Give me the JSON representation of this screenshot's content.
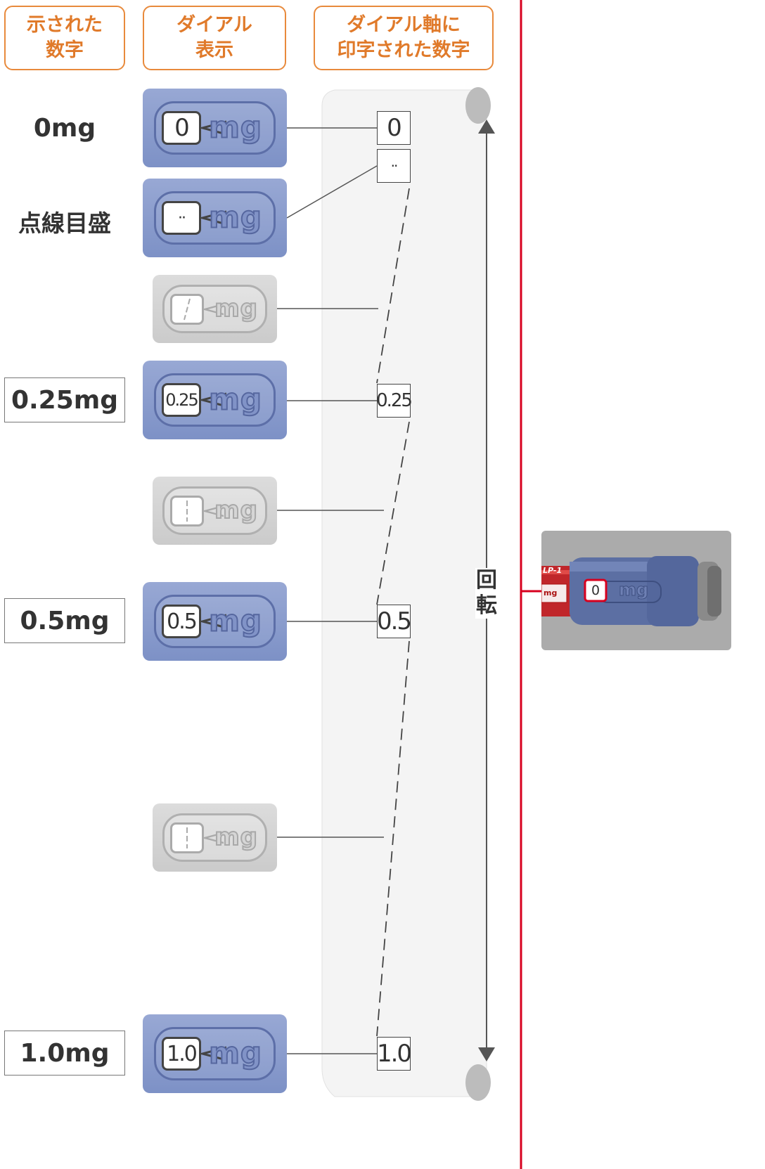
{
  "headers": {
    "shown_number": [
      "示された",
      "数字"
    ],
    "dial_display": [
      "ダイアル",
      "表示"
    ],
    "printed_on_shaft": [
      "ダイアル軸に",
      "印字された数字"
    ]
  },
  "labels": {
    "zero": "0mg",
    "dotted": "点線目盛",
    "dose_025": "0.25mg",
    "dose_05": "0.5mg",
    "dose_10": "1.0mg"
  },
  "dial_unit": "mg",
  "dial_numbers": {
    "zero": "0",
    "dose_025": "0.25",
    "dose_05": "0.5",
    "dose_10": "1.0",
    "dotted": "··"
  },
  "shaft_ticks": {
    "zero": "0",
    "dotted": "··",
    "dose_025": "0.25",
    "dose_05": "0.5",
    "dose_10": "1.0"
  },
  "rotation_label": [
    "回",
    "転"
  ],
  "pen": {
    "brand": "LP-1",
    "unit": "mg",
    "dial_value": "0",
    "label_mg": "mg"
  },
  "colors": {
    "header_orange": "#e07a2a",
    "accent_red": "#d7001e",
    "dial_blue": "#8193c7"
  }
}
